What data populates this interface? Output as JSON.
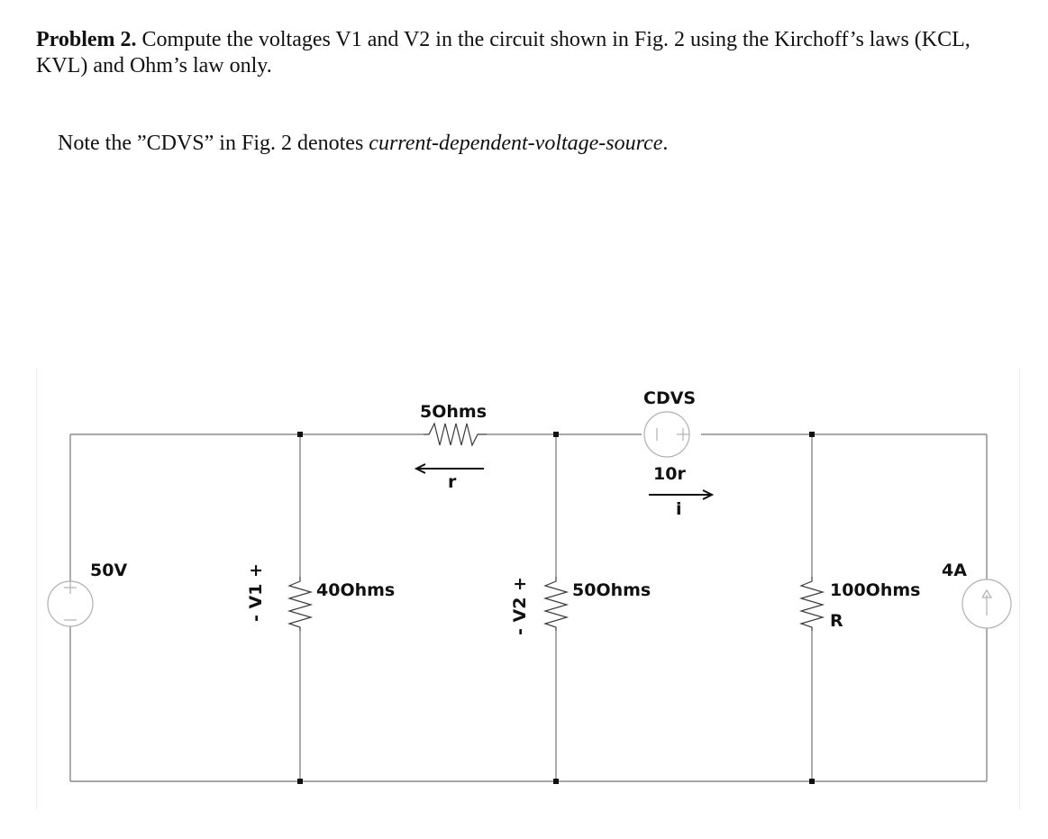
{
  "problem": {
    "lead": "Problem 2.",
    "text": " Compute the voltages V1 and V2 in the circuit shown in Fig. 2 using the Kirchoff’s laws (KCL, KVL) and Ohm’s law only."
  },
  "note": {
    "prefix": "Note the ”CDVS” in Fig. 2 denotes ",
    "emphasis": "current-dependent-voltage-source",
    "suffix": "."
  },
  "circuit": {
    "source_50v": "50V",
    "v1_label": "- V1 +",
    "r40": "40Ohms",
    "r5": "5Ohms",
    "current_r": "r",
    "v2_label": "- V2 +",
    "r50": "50Ohms",
    "cdvs": "CDVS",
    "cdvs_value": "10r",
    "current_i": "i",
    "r100": "100Ohms",
    "r100_name": "R",
    "source_4a": "4A"
  }
}
